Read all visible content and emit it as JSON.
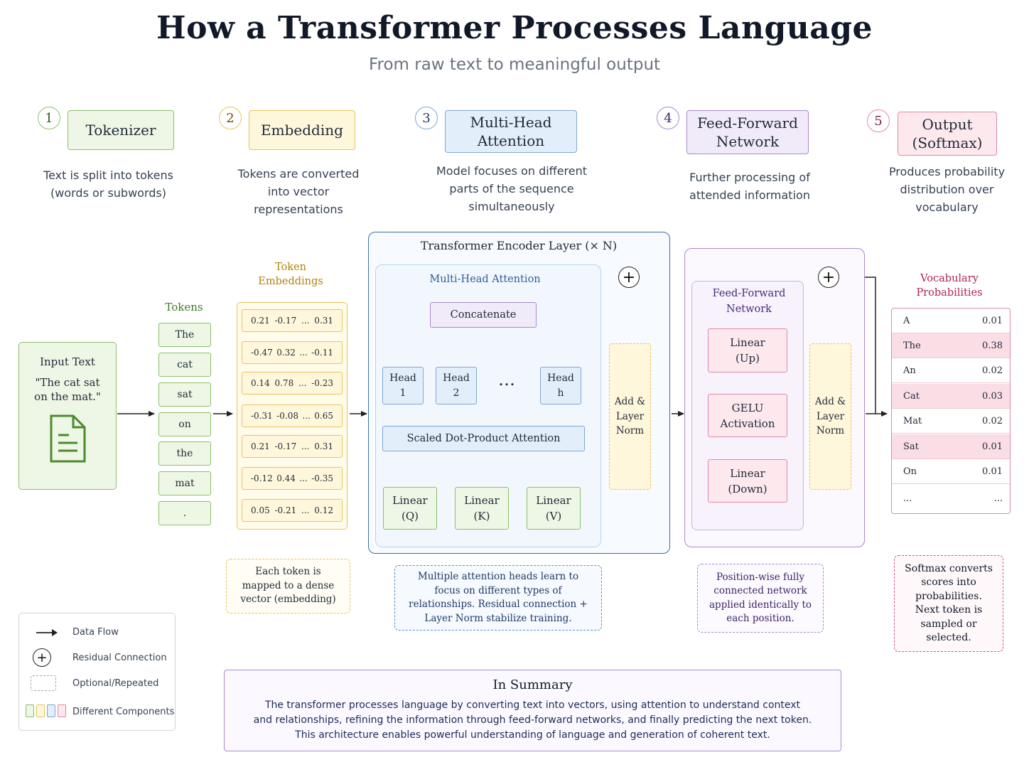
{
  "title": "How a Transformer Processes Language",
  "subtitle": "From raw text to meaningful output",
  "stages": [
    {
      "num": "1",
      "name": "Tokenizer",
      "desc": [
        "Text is split into tokens",
        "(words or subwords)"
      ]
    },
    {
      "num": "2",
      "name": "Embedding",
      "desc": [
        "Tokens are converted",
        "into vector",
        "representations"
      ]
    },
    {
      "num": "3",
      "name_lines": [
        "Multi-Head",
        "Attention"
      ],
      "desc": [
        "Model focuses on different",
        "parts of the sequence",
        "simultaneously"
      ]
    },
    {
      "num": "4",
      "name_lines": [
        "Feed-Forward",
        "Network"
      ],
      "desc": [
        "Further processing of",
        "attended information"
      ]
    },
    {
      "num": "5",
      "name_lines": [
        "Output",
        "(Softmax)"
      ],
      "desc": [
        "Produces probability",
        "distribution over",
        "vocabulary"
      ]
    }
  ],
  "input": {
    "label": "Input Text",
    "text": "\"The cat sat on the mat.\"",
    "icon": "document-icon"
  },
  "tokens": {
    "title": "Tokens",
    "items": [
      "The",
      "cat",
      "sat",
      "on",
      "the",
      "mat",
      "."
    ]
  },
  "embeddings": {
    "title": "Token Embeddings",
    "rows": [
      [
        "0.21",
        "-0.17",
        "...",
        "0.31"
      ],
      [
        "-0.47",
        "0.32",
        "...",
        "-0.11"
      ],
      [
        "0.14",
        "0.78",
        "...",
        "-0.23"
      ],
      [
        "-0.31",
        "-0.08",
        "...",
        "0.65"
      ],
      [
        "0.21",
        "-0.17",
        "...",
        "0.31"
      ],
      [
        "-0.12",
        "0.44",
        "...",
        "-0.35"
      ],
      [
        "0.05",
        "-0.21",
        "...",
        "0.12"
      ]
    ],
    "note": "Each token is mapped to a dense vector (embedding)"
  },
  "encoder": {
    "title": "Transformer Encoder Layer (× N)",
    "mha_title": "Multi-Head Attention",
    "concat": "Concatenate",
    "heads": [
      [
        "Head",
        "1"
      ],
      [
        "Head",
        "2"
      ],
      [
        "Head",
        "h"
      ]
    ],
    "dots": "…",
    "sdpa": "Scaled Dot-Product Attention",
    "linears": [
      [
        "Linear",
        "(Q)"
      ],
      [
        "Linear",
        "(K)"
      ],
      [
        "Linear",
        "(V)"
      ]
    ],
    "addnorm": [
      "Add &",
      "Layer",
      "Norm"
    ],
    "note": "Multiple attention heads learn to focus on different types of relationships. Residual connection + Layer Norm stabilize training."
  },
  "ffn": {
    "title_lines": [
      "Feed-Forward",
      "Network"
    ],
    "blocks": [
      [
        "Linear",
        "(Up)"
      ],
      [
        "GELU",
        "Activation"
      ],
      [
        "Linear",
        "(Down)"
      ]
    ],
    "addnorm": [
      "Add &",
      "Layer",
      "Norm"
    ],
    "note": "Position-wise fully connected network applied identically to each position."
  },
  "vocab": {
    "title_lines": [
      "Vocabulary",
      "Probabilities"
    ],
    "rows": [
      {
        "word": "A",
        "p": "0.01"
      },
      {
        "word": "The",
        "p": "0.38",
        "highlight": true
      },
      {
        "word": "An",
        "p": "0.02"
      },
      {
        "word": "Cat",
        "p": "0.03",
        "highlight": true
      },
      {
        "word": "Mat",
        "p": "0.02"
      },
      {
        "word": "Sat",
        "p": "0.01",
        "highlight": true
      },
      {
        "word": "On",
        "p": "0.01"
      },
      {
        "word": "...",
        "p": "..."
      }
    ],
    "note": "Softmax converts scores into probabilities. Next token is sampled or selected."
  },
  "legend": [
    {
      "icon": "arrow-icon",
      "label": "Data Flow"
    },
    {
      "icon": "plus-circle-icon",
      "label": "Residual Connection"
    },
    {
      "icon": "dashed-box-icon",
      "label": "Optional/Repeated"
    },
    {
      "icon": "color-swatches-icon",
      "label": "Different Components"
    }
  ],
  "summary": {
    "title": "In Summary",
    "lines": [
      "The transformer processes language by converting text into vectors, using attention to understand context",
      "and relationships, refining the information through feed-forward networks, and finally predicting the next token.",
      "This architecture enables powerful understanding of language and generation of coherent text."
    ]
  },
  "colors": {
    "green": "#8dbf6a",
    "yellow": "#e8c45c",
    "blue": "#7fa7d6",
    "purple": "#a98ad0",
    "pink": "#e08aa2"
  }
}
